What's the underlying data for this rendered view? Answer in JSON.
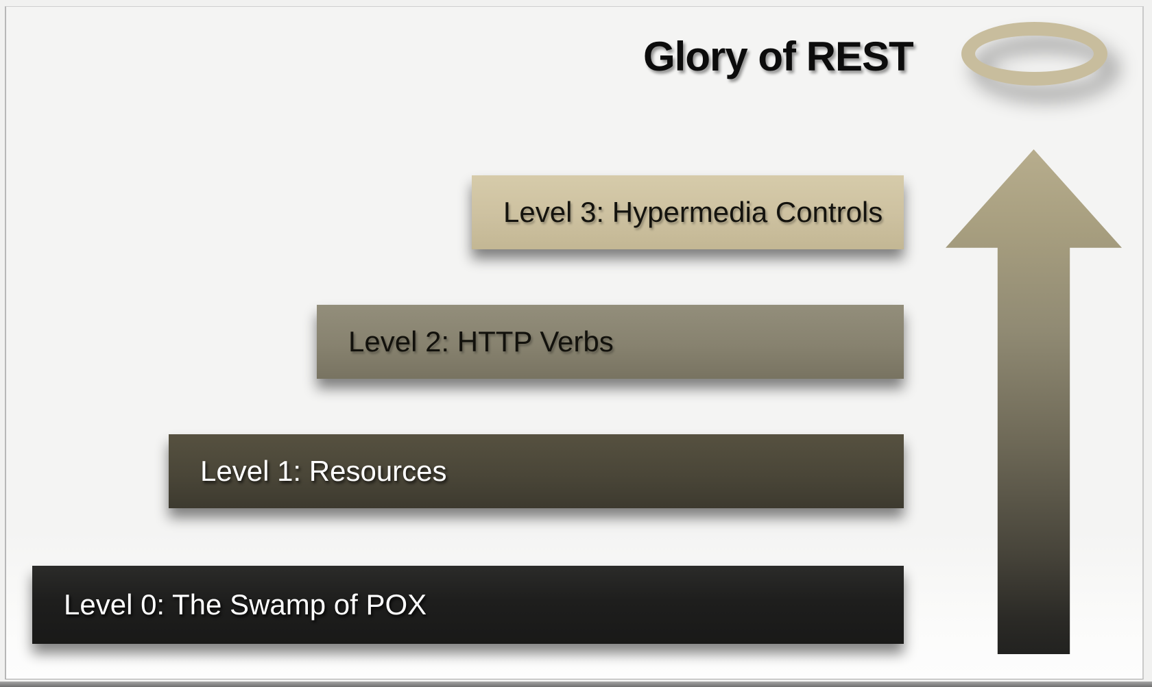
{
  "slide": {
    "background": "#f4f4f3",
    "frame_color": "#b7b7b7",
    "bottom_strip_color": "#6e6e6e"
  },
  "title": {
    "text": "Glory of REST",
    "color": "#0c0c0c"
  },
  "halo": {
    "shape": "ellipse-ring",
    "color": "#c8bd9d"
  },
  "arrow": {
    "direction": "up",
    "gradient_top": "#b7ad8d",
    "gradient_bottom": "#222220"
  },
  "levels": [
    {
      "label": "Level 0: The Swamp of POX",
      "fill": "#1e1e1d",
      "text_color": "#ffffff"
    },
    {
      "label": "Level 1: Resources",
      "fill": "#4a4638",
      "text_color": "#ffffff"
    },
    {
      "label": "Level 2: HTTP Verbs",
      "fill": "#87826f",
      "text_color": "#12110c"
    },
    {
      "label": "Level 3: Hypermedia Controls",
      "fill": "#cdc1a0",
      "text_color": "#14130e"
    }
  ]
}
